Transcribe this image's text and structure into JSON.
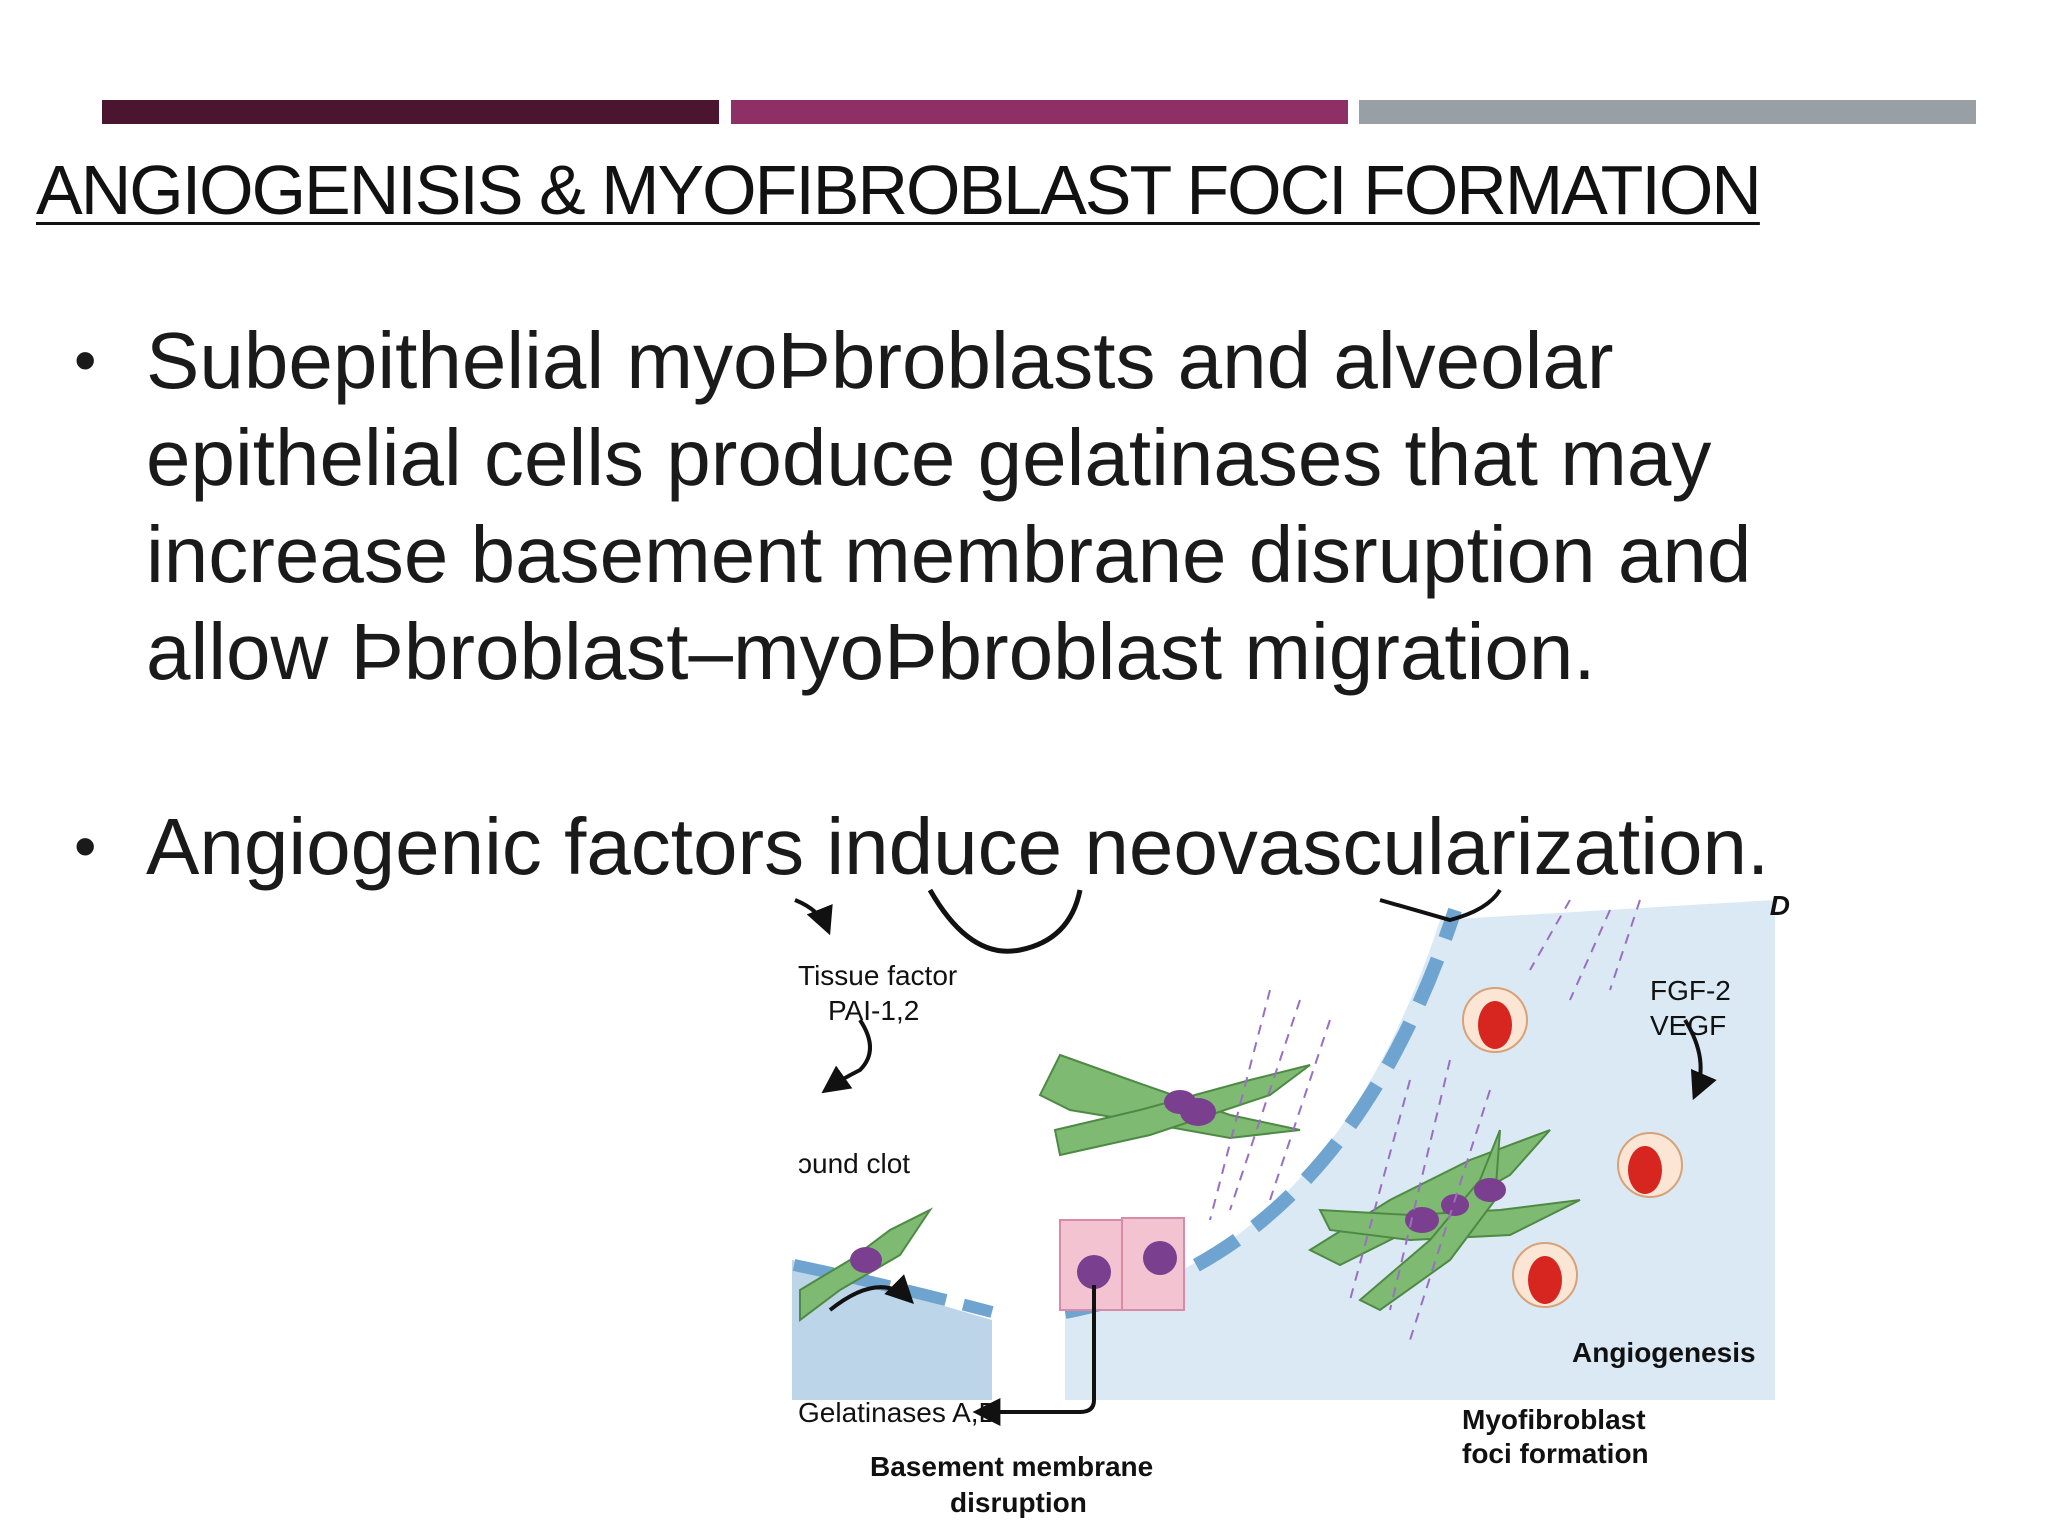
{
  "colors": {
    "bar1": "#4b1530",
    "bar2": "#8e2f66",
    "bar3": "#98a0a6"
  },
  "title": "ANGIOGENISIS & MYOFIBROBLAST FOCI FORMATION",
  "bullets": [
    {
      "marker": "•",
      "text": "Subepithelial myoÞbroblasts and alveolar epithelial cells produce gelatinases that may increase basement membrane disruption and allow Þbroblast–myoÞbroblast migration."
    },
    {
      "marker": "•",
      "text": "Angiogenic factors induce neovascularization."
    }
  ],
  "figure": {
    "panel_letter": "D",
    "labels": {
      "tissue_factor": "Tissue factor",
      "pai": "PAI-1,2",
      "wound_clot": "ɔund clot",
      "gelatinases": "Gelatinases A,B",
      "basement_line1": "Basement membrane",
      "basement_line2": "disruption",
      "fgf": "FGF-2",
      "vegf": "VEGF",
      "angiogenesis": "Angiogenesis",
      "myo_line1": "Myofibroblast",
      "myo_line2": "foci formation"
    }
  }
}
